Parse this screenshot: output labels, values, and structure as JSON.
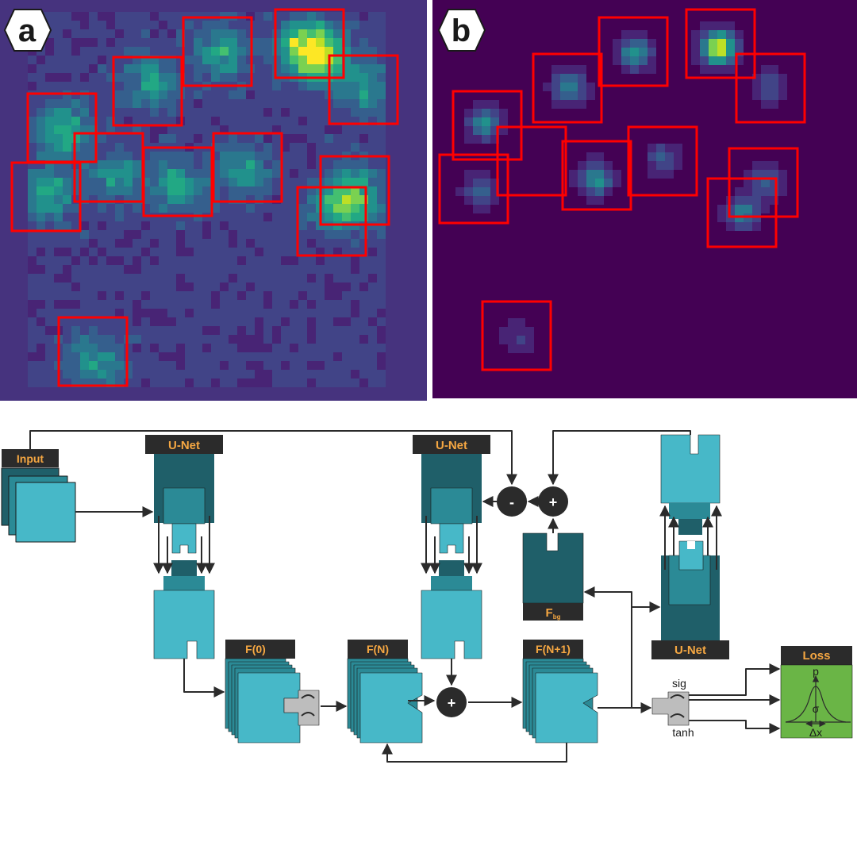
{
  "panels": {
    "a": {
      "letter": "a"
    },
    "b": {
      "letter": "b"
    }
  },
  "diagram": {
    "input_label": "Input",
    "unet_labels": [
      "U-Net",
      "U-Net",
      "U-Net"
    ],
    "feature_labels": [
      "F(0)",
      "F(N)",
      "F(N+1)"
    ],
    "fbg_main": "F",
    "fbg_sub": "bg",
    "ops": {
      "minus": "-",
      "plus": "+"
    },
    "act_labels": {
      "sig": "sig",
      "tanh": "tanh"
    },
    "loss": {
      "title": "Loss",
      "p": "p",
      "sigma": "σ",
      "dx": "Δx"
    }
  },
  "colors": {
    "bg_a": "#46337e",
    "bg_b": "#440154",
    "box": "#ff0000",
    "teal_light": "#47b8c8",
    "teal_mid": "#2b8a96",
    "teal_dark": "#1f5f69",
    "label_bar": "#2b2b2b",
    "label_text": "#f5a742",
    "loss_green": "#6ab546"
  }
}
